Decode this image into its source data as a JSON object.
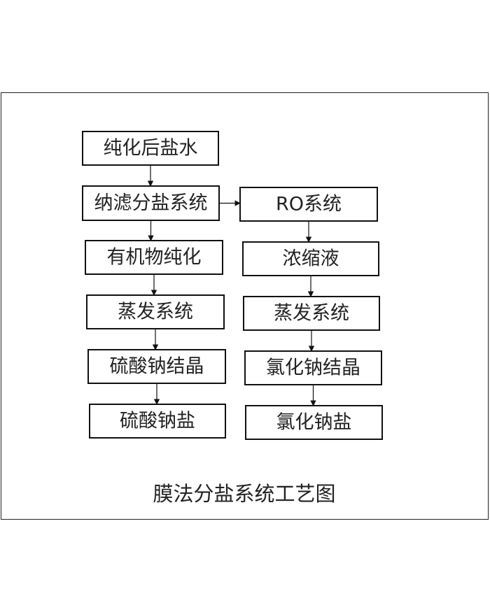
{
  "diagram": {
    "caption": "膜法分盐系统工艺图",
    "nodes": [
      {
        "id": "n1",
        "label": "纯化后盐水"
      },
      {
        "id": "n2",
        "label": "纳滤分盐系统"
      },
      {
        "id": "n3",
        "label": "有机物纯化"
      },
      {
        "id": "n4",
        "label": "蒸发系统"
      },
      {
        "id": "n5",
        "label": "硫酸钠结晶"
      },
      {
        "id": "n6",
        "label": "硫酸钠盐"
      },
      {
        "id": "n7",
        "label": "RO系统"
      },
      {
        "id": "n8",
        "label": "浓缩液"
      },
      {
        "id": "n9",
        "label": "蒸发系统"
      },
      {
        "id": "n10",
        "label": "氯化钠结晶"
      },
      {
        "id": "n11",
        "label": "氯化钠盐"
      }
    ],
    "edges": [
      {
        "from": "n1",
        "to": "n2"
      },
      {
        "from": "n2",
        "to": "n3"
      },
      {
        "from": "n3",
        "to": "n4"
      },
      {
        "from": "n4",
        "to": "n5"
      },
      {
        "from": "n5",
        "to": "n6"
      },
      {
        "from": "n2",
        "to": "n7"
      },
      {
        "from": "n7",
        "to": "n8"
      },
      {
        "from": "n8",
        "to": "n9"
      },
      {
        "from": "n9",
        "to": "n10"
      },
      {
        "from": "n10",
        "to": "n11"
      }
    ]
  }
}
